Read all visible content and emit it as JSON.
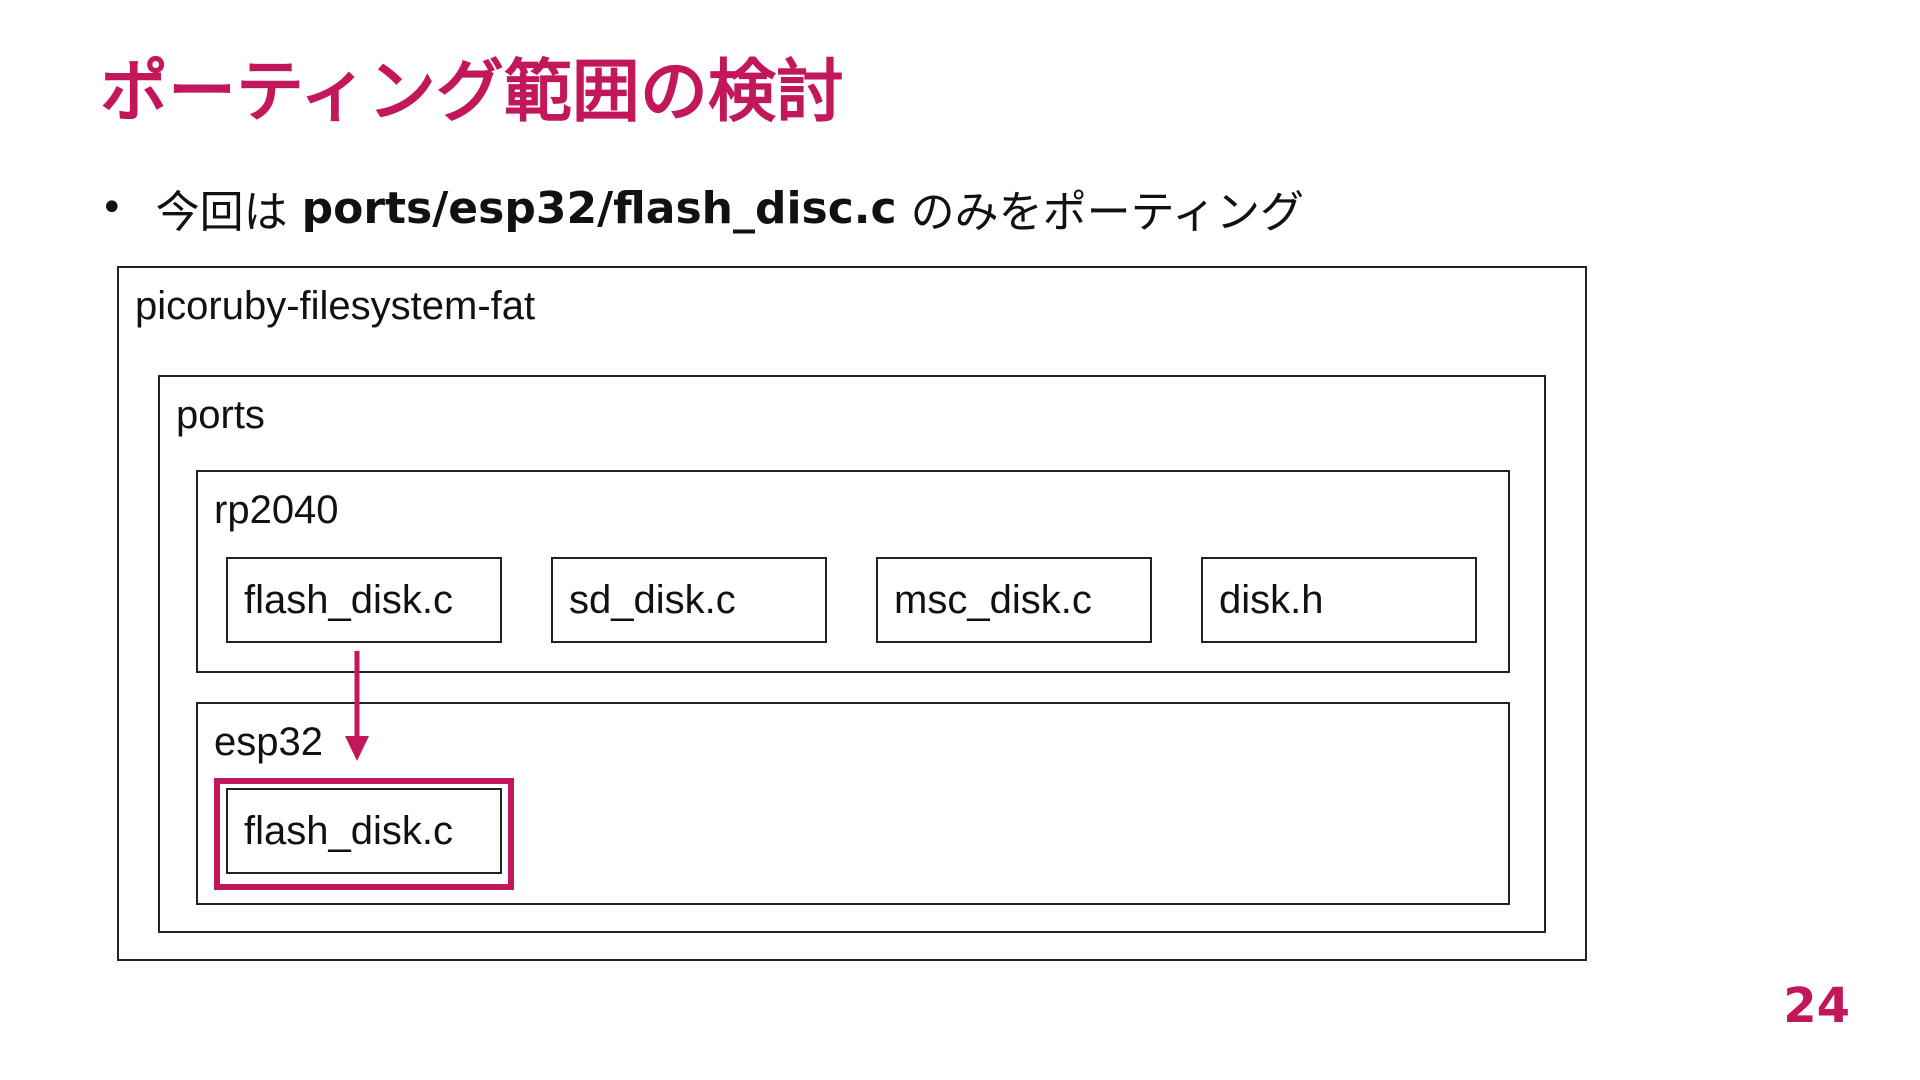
{
  "slide": {
    "title": "ポーティング範囲の検討",
    "page_number": "24",
    "accent_color": "#c2185b"
  },
  "bullet": {
    "marker": "•",
    "before": "今回は",
    "code": "ports/esp32/flash_disc.c",
    "after": "のみをポーティング"
  },
  "diagram": {
    "outer": {
      "label": "picoruby-filesystem-fat"
    },
    "ports": {
      "label": "ports"
    },
    "rp2040": {
      "label": "rp2040",
      "files": [
        "flash_disk.c",
        "sd_disk.c",
        "msc_disk.c",
        "disk.h"
      ]
    },
    "esp32": {
      "label": "esp32",
      "files": [
        "flash_disk.c"
      ]
    }
  }
}
